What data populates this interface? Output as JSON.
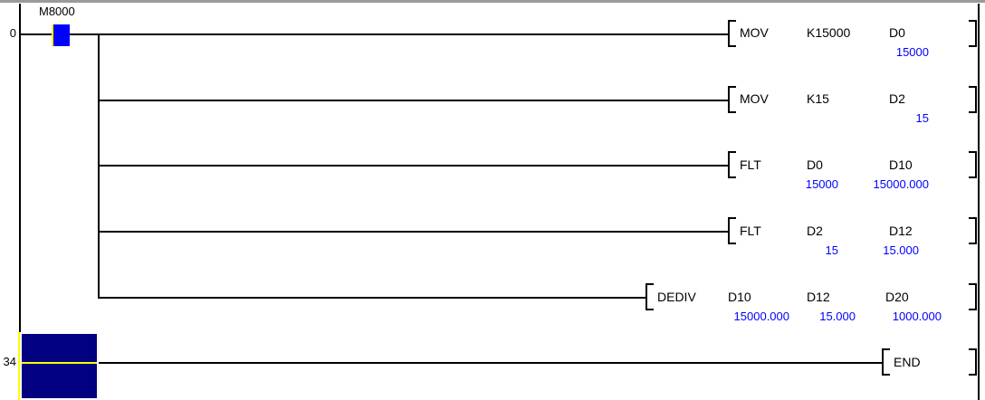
{
  "program": {
    "left_rail_label": "",
    "contact": {
      "name": "M8000",
      "type": "normally-open",
      "state": "on"
    },
    "rungs": [
      {
        "step": "0"
      },
      {
        "step": "34"
      }
    ],
    "rows": [
      {
        "id": "row-mov-1",
        "instruction": "MOV",
        "operands": [
          {
            "name": "K15000",
            "value": ""
          },
          {
            "name": "D0",
            "value": "15000"
          }
        ]
      },
      {
        "id": "row-mov-2",
        "instruction": "MOV",
        "operands": [
          {
            "name": "K15",
            "value": ""
          },
          {
            "name": "D2",
            "value": "15"
          }
        ]
      },
      {
        "id": "row-flt-1",
        "instruction": "FLT",
        "operands": [
          {
            "name": "D0",
            "value": "15000"
          },
          {
            "name": "D10",
            "value": "15000.000"
          }
        ]
      },
      {
        "id": "row-flt-2",
        "instruction": "FLT",
        "operands": [
          {
            "name": "D2",
            "value": "15"
          },
          {
            "name": "D12",
            "value": "15.000"
          }
        ]
      },
      {
        "id": "row-dediv",
        "instruction": "DEDIV",
        "operands": [
          {
            "name": "D10",
            "value": "15000.000"
          },
          {
            "name": "D12",
            "value": "15.000"
          },
          {
            "name": "D20",
            "value": "1000.000"
          }
        ]
      },
      {
        "id": "row-end",
        "instruction": "END",
        "operands": []
      }
    ]
  },
  "colors": {
    "rail": "#000000",
    "contact_on": "#0000ff",
    "monitor_value": "#0000ff",
    "cursor_fill": "#000080",
    "cursor_border": "#ffffff",
    "cursor_accent": "#ffff00",
    "top_bar": "#9a9a9a"
  }
}
